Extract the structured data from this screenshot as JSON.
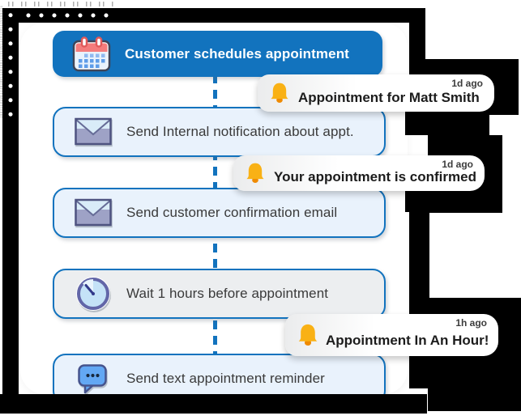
{
  "decor": {
    "binary_noise": "100111010011101001110100111010011101001110100111",
    "frame_style": "black pixel-glitch border with white perforation dots"
  },
  "colors": {
    "accent_blue": "#1273BE",
    "step_light_bg": "#E9F2FC",
    "step_gray_bg": "#ECEEF0",
    "bell_amber": "#F9B115",
    "calendar_red": "#F47C7C",
    "chat_blue": "#63A8F4",
    "envelope_lavender": "#9EA2C6"
  },
  "flow": {
    "steps": [
      {
        "label": "Customer schedules appointment",
        "icon": "calendar-icon",
        "variant": "primary"
      },
      {
        "label": "Send Internal notification about appt.",
        "icon": "envelope-icon",
        "variant": "light"
      },
      {
        "label": "Send customer confirmation email",
        "icon": "envelope-icon",
        "variant": "light"
      },
      {
        "label": "Wait 1 hours before appointment",
        "icon": "clock-icon",
        "variant": "gray"
      },
      {
        "label": "Send text appointment reminder",
        "icon": "chat-bubble-icon",
        "variant": "light"
      }
    ]
  },
  "toasts": [
    {
      "title": "Appointment for Matt Smith",
      "time": "1d ago",
      "icon": "bell-icon"
    },
    {
      "title": "Your appointment is confirmed",
      "time": "1d ago",
      "icon": "bell-icon"
    },
    {
      "title": "Appointment In An Hour!",
      "time": "1h ago",
      "icon": "bell-icon"
    }
  ]
}
